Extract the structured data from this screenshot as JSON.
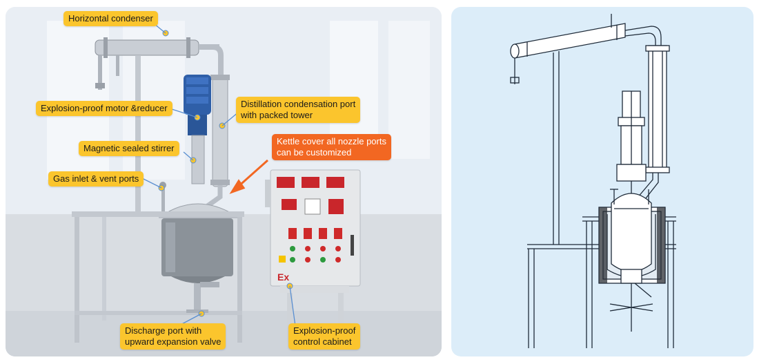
{
  "labels": {
    "horizontal_condenser": "Horizontal condenser",
    "motor_reducer": "Explosion-proof motor &reducer",
    "distillation_port_l1": "Distillation condensation port",
    "distillation_port_l2": "with packed tower",
    "magnetic_stirrer": "Magnetic sealed stirrer",
    "kettle_cover_l1": "Kettle cover all nozzle ports",
    "kettle_cover_l2": "can be customized",
    "gas_inlet": "Gas inlet & vent ports",
    "discharge_l1": "Discharge port with",
    "discharge_l2": "upward expansion valve",
    "cabinet_l1": "Explosion-proof",
    "cabinet_l2": "control cabinet",
    "cabinet_mark": "Ex"
  },
  "colors": {
    "label_yellow": "#fbc52d",
    "label_orange": "#f26722",
    "motor_blue": "#2f5fa8",
    "drawing_bg": "#dcedf9"
  }
}
